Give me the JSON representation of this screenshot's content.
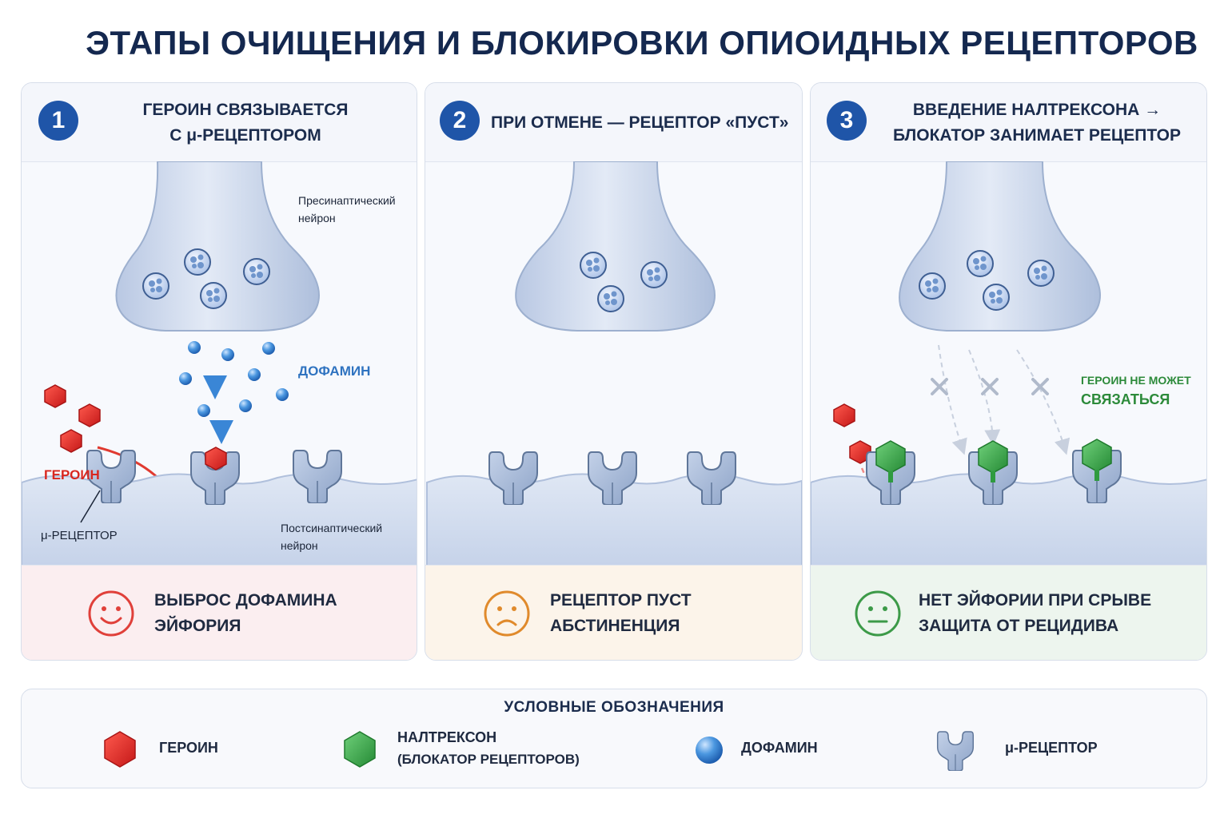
{
  "title": "ЭТАПЫ ОЧИЩЕНИЯ И БЛОКИРОВКИ ОПИОИДНЫХ РЕЦЕПТОРОВ",
  "colors": {
    "heroin": "#e02b2b",
    "naltrexone": "#3aa64a",
    "dopamine": "#3a86d6",
    "receptor": "#9fb3d3",
    "step_badge": "#1f55a8"
  },
  "panels": [
    {
      "number": "1",
      "heading_line1": "ГЕРОИН СВЯЗЫВАЕТСЯ",
      "heading_line2": "С μ-РЕЦЕПТОРОМ",
      "label_presynaptic_1": "Пресинаптический",
      "label_presynaptic_2": "нейрон",
      "label_dopamine": "ДОФАМИН",
      "label_heroin": "ГЕРОИН",
      "label_receptor": "μ-РЕЦЕПТОР",
      "label_postsynaptic_1": "Постсинаптический",
      "label_postsynaptic_2": "нейрон",
      "face": "smile-icon",
      "result_line1": "ВЫБРОС ДОФАМИНА",
      "result_line2": "ЭЙФОРИЯ"
    },
    {
      "number": "2",
      "heading_line1": "ПРИ ОТМЕНЕ — РЕЦЕПТОР «ПУСТ»",
      "face": "sad-face-icon",
      "result_line1": "РЕЦЕПТОР ПУСТ",
      "result_line2": "АБСТИНЕНЦИЯ"
    },
    {
      "number": "3",
      "heading_line1": "ВВЕДЕНИЕ НАЛТРЕКСОНА →",
      "heading_line2": "БЛОКАТОР ЗАНИМАЕТ РЕЦЕПТОР",
      "label_heroin_cannot_1": "ГЕРОИН НЕ МОЖЕТ",
      "label_heroin_cannot_2": "СВЯЗАТЬСЯ",
      "face": "neutral-face-icon",
      "result_line1": "НЕТ ЭЙФОРИИ ПРИ СРЫВЕ",
      "result_line2": "ЗАЩИТА ОТ РЕЦИДИВА"
    }
  ],
  "legend": {
    "title": "УСЛОВНЫЕ ОБОЗНАЧЕНИЯ",
    "items": [
      {
        "icon": "heroin-hexagon-icon",
        "label": "ГЕРОИН"
      },
      {
        "icon": "naltrexone-hexagon-icon",
        "label": "НАЛТРЕКСОН",
        "sublabel": "(БЛОКАТОР РЕЦЕПТОРОВ)"
      },
      {
        "icon": "dopamine-sphere-icon",
        "label": "ДОФАМИН"
      },
      {
        "icon": "mu-receptor-icon",
        "label": "μ-РЕЦЕПТОР"
      }
    ]
  }
}
